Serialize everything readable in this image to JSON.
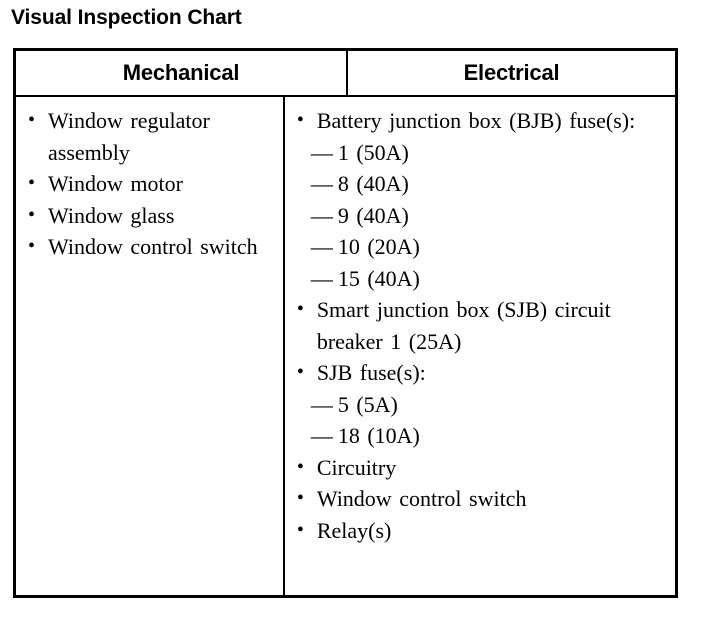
{
  "title": "Visual Inspection Chart",
  "table": {
    "columns": [
      {
        "key": "mechanical",
        "header": "Mechanical"
      },
      {
        "key": "electrical",
        "header": "Electrical"
      }
    ],
    "mechanical": {
      "items": [
        {
          "text": "Window regulator assembly"
        },
        {
          "text": "Window motor"
        },
        {
          "text": "Window glass"
        },
        {
          "text": "Window control switch"
        }
      ]
    },
    "electrical": {
      "items": [
        {
          "text": "Battery junction box (BJB) fuse(s):",
          "subitems": [
            "1 (50A)",
            "8 (40A)",
            "9 (40A)",
            "10 (20A)",
            "15 (40A)"
          ]
        },
        {
          "text": "Smart junction box (SJB) circuit breaker 1 (25A)"
        },
        {
          "text": "SJB fuse(s):",
          "subitems": [
            "5 (5A)",
            "18 (10A)"
          ]
        },
        {
          "text": "Circuitry"
        },
        {
          "text": "Window control switch"
        },
        {
          "text": "Relay(s)"
        }
      ]
    }
  },
  "style": {
    "text_color": "#000000",
    "background_color": "#ffffff",
    "border_color": "#000000",
    "bullet_glyph": "•",
    "subitem_glyph": "—"
  }
}
